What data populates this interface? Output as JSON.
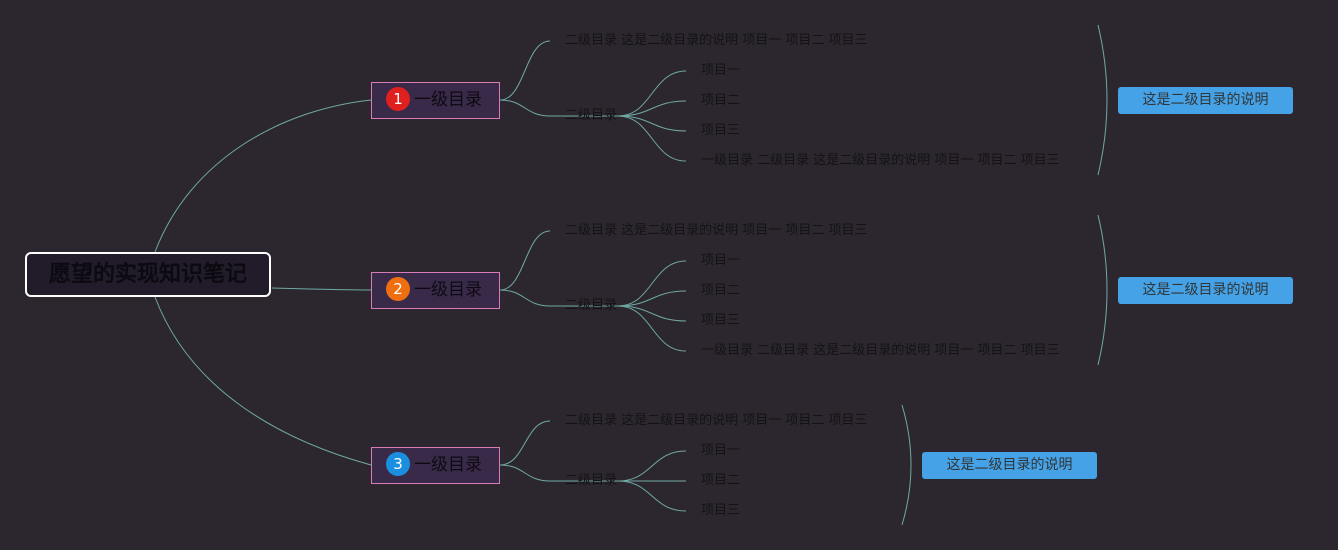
{
  "root": {
    "title": "愿望的实现知识笔记"
  },
  "branches": [
    {
      "number": "1",
      "badge_color": "#e0201e",
      "label": "一级目录",
      "line1": "二级目录 这是二级目录的说明 项目一 项目二 项目三",
      "sub_label": "二级目录",
      "leaves": [
        "项目一",
        "项目二",
        "项目三",
        "一级目录 二级目录 这是二级目录的说明 项目一 项目二 项目三"
      ],
      "summary": "这是二级目录的说明"
    },
    {
      "number": "2",
      "badge_color": "#ef6e10",
      "label": "一级目录",
      "line1": "二级目录 这是二级目录的说明 项目一 项目二 项目三",
      "sub_label": "二级目录",
      "leaves": [
        "项目一",
        "项目二",
        "项目三",
        "一级目录 二级目录 这是二级目录的说明 项目一 项目二 项目三"
      ],
      "summary": "这是二级目录的说明"
    },
    {
      "number": "3",
      "badge_color": "#1a8fe0",
      "label": "一级目录",
      "line1": "二级目录 这是二级目录的说明 项目一 项目二 项目三",
      "sub_label": "二级目录",
      "leaves": [
        "项目一",
        "项目二",
        "项目三"
      ],
      "summary": "这是二级目录的说明"
    }
  ],
  "colors": {
    "background": "#2c272f",
    "connector": "#6fa9a4",
    "level1_border": "#d97cb6",
    "level1_fill": "#3a2a49",
    "summary_fill": "#46a2e6",
    "root_border": "#ffffff"
  }
}
